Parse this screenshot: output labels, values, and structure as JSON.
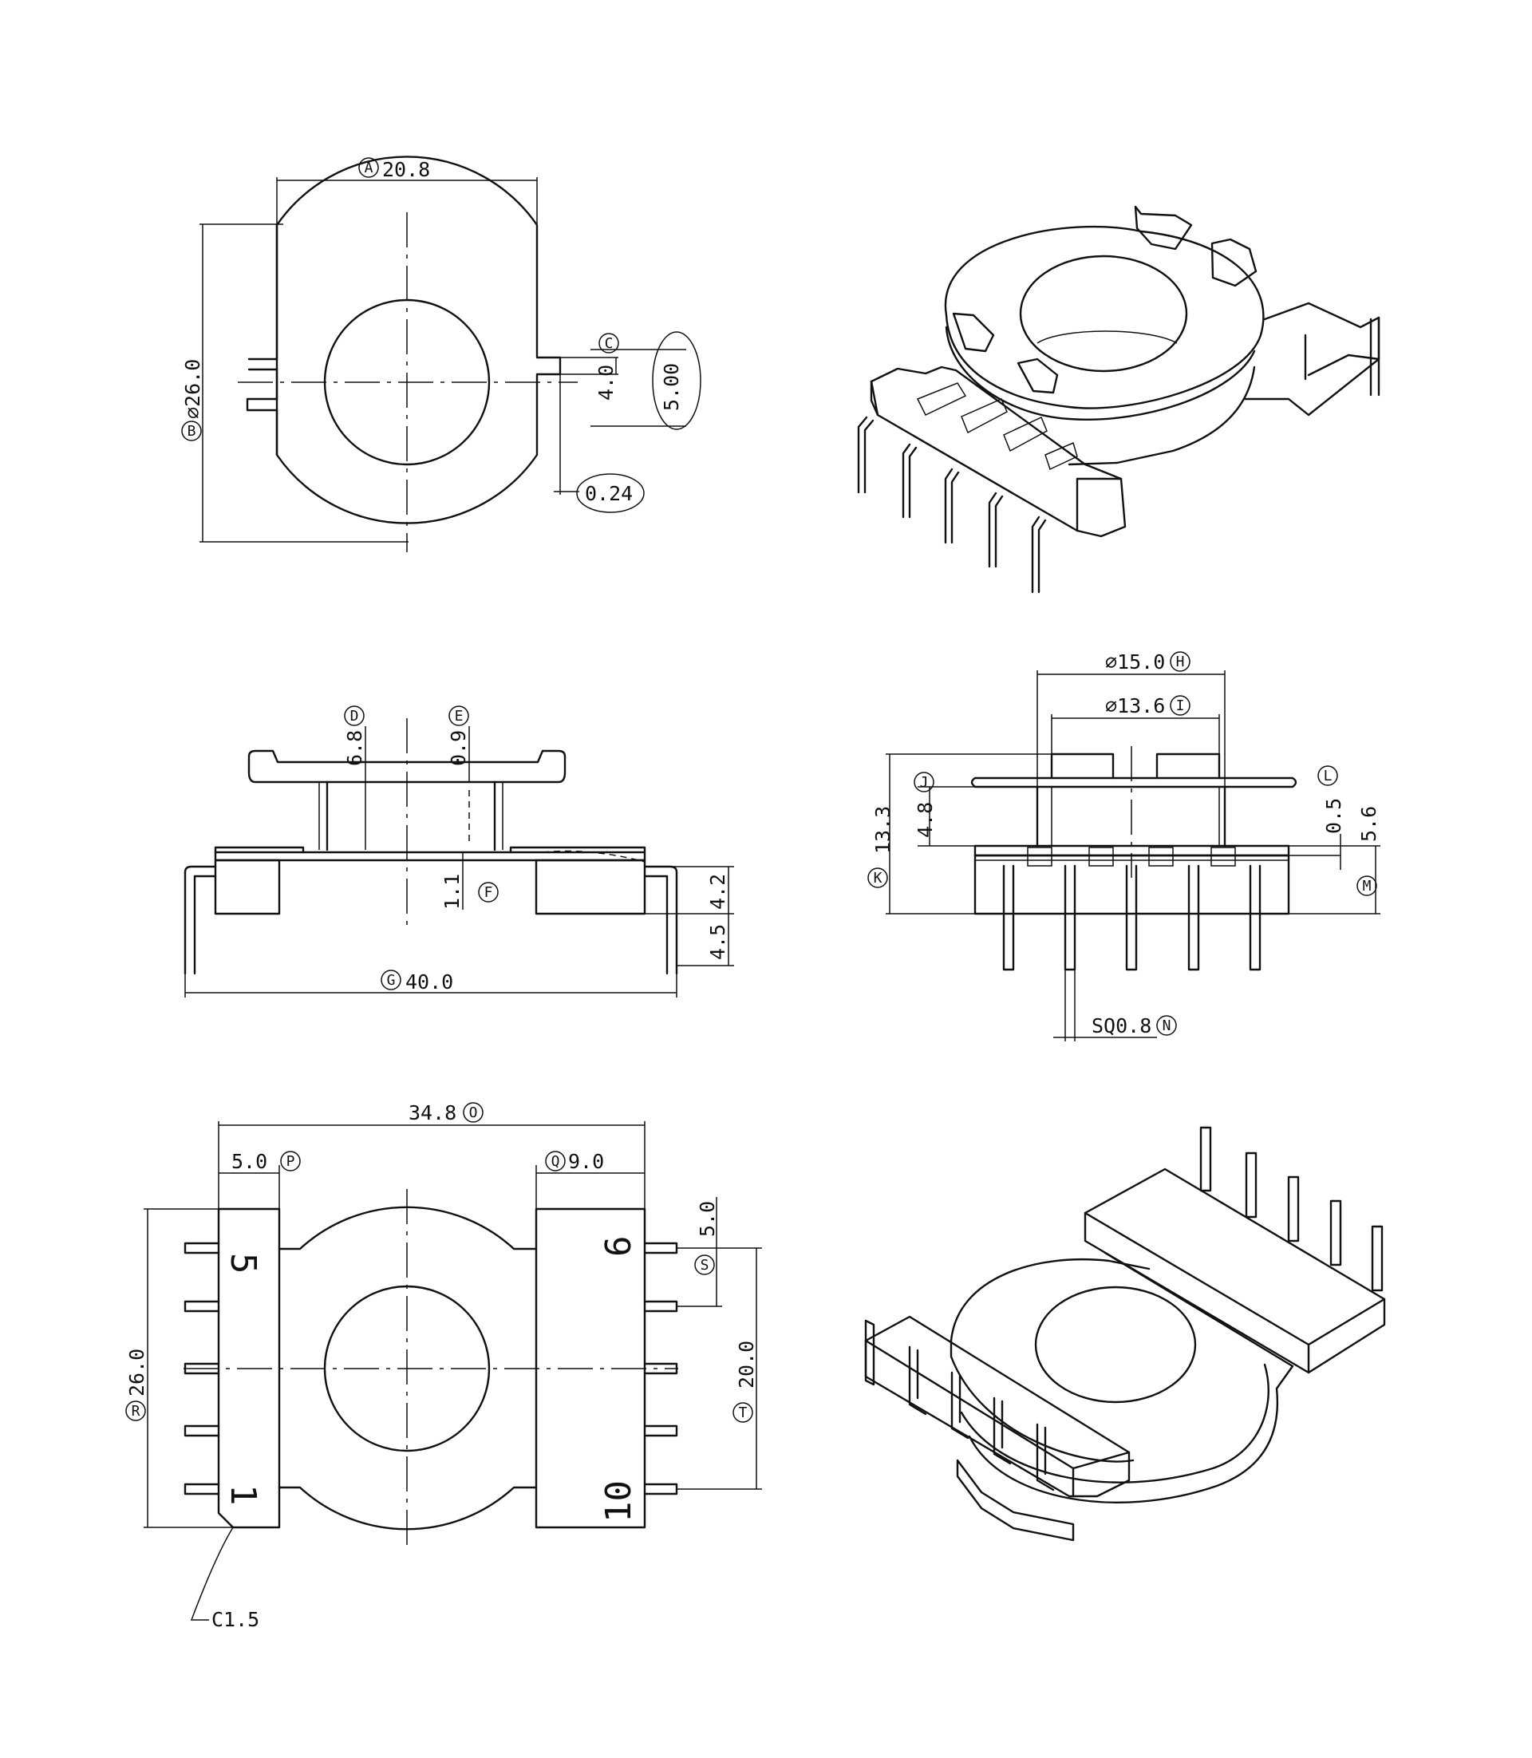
{
  "bubbles": {
    "A": "A",
    "B": "B",
    "C": "C",
    "D": "D",
    "E": "E",
    "F": "F",
    "G": "G",
    "H": "H",
    "I": "I",
    "J": "J",
    "K": "K",
    "L": "L",
    "M": "M",
    "N": "N",
    "O": "O",
    "P": "P",
    "Q": "Q",
    "R": "R",
    "S": "S",
    "T": "T"
  },
  "top_view": {
    "dim_A": "20.8",
    "dim_B": "⌀26.0",
    "dim_C": "4.0",
    "dim_C_box": "5.00",
    "tol": "0.24"
  },
  "front_view": {
    "dim_D": "6.8",
    "dim_E": "0.9",
    "dim_F": "1.1",
    "dim_G": "40.0",
    "dim_4_2": "4.2",
    "dim_4_5": "4.5"
  },
  "side_view": {
    "dim_H": "⌀15.0",
    "dim_I": "⌀13.6",
    "dim_J": "4.8",
    "dim_K": "13.3",
    "dim_L": "0.5",
    "dim_M": "5.6",
    "dim_N": "SQ0.8"
  },
  "bottom_view": {
    "dim_O": "34.8",
    "dim_P": "5.0",
    "dim_Q": "9.0",
    "dim_R": "26.0",
    "dim_S": "5.0",
    "dim_T": "20.0",
    "chamfer": "C1.5",
    "pin_labels": {
      "p5": "5",
      "p1": "1",
      "p6": "6",
      "p10": "10"
    }
  }
}
